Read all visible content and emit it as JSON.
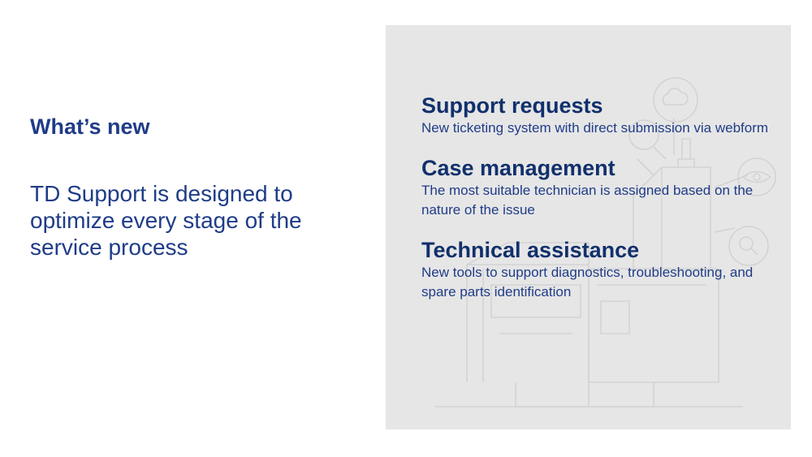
{
  "intro": {
    "heading": "What’s new",
    "lead": "TD Support is designed to optimize every stage of the service process"
  },
  "features": [
    {
      "title": "Support requests",
      "text": "New ticketing system with direct submission via webform"
    },
    {
      "title": "Case management",
      "text": "The most suitable technician is assigned based on the nature of the issue"
    },
    {
      "title": "Technical assistance",
      "text": "New tools to support diagnostics, troubleshooting, and spare parts identification"
    }
  ],
  "illustration": {
    "icons": [
      "cloud-icon",
      "eye-icon",
      "magnifier-icon",
      "machine-outline"
    ]
  },
  "colors": {
    "heading": "#1f3c88",
    "feature_title": "#11306c",
    "panel_background": "#e6e6e6"
  }
}
